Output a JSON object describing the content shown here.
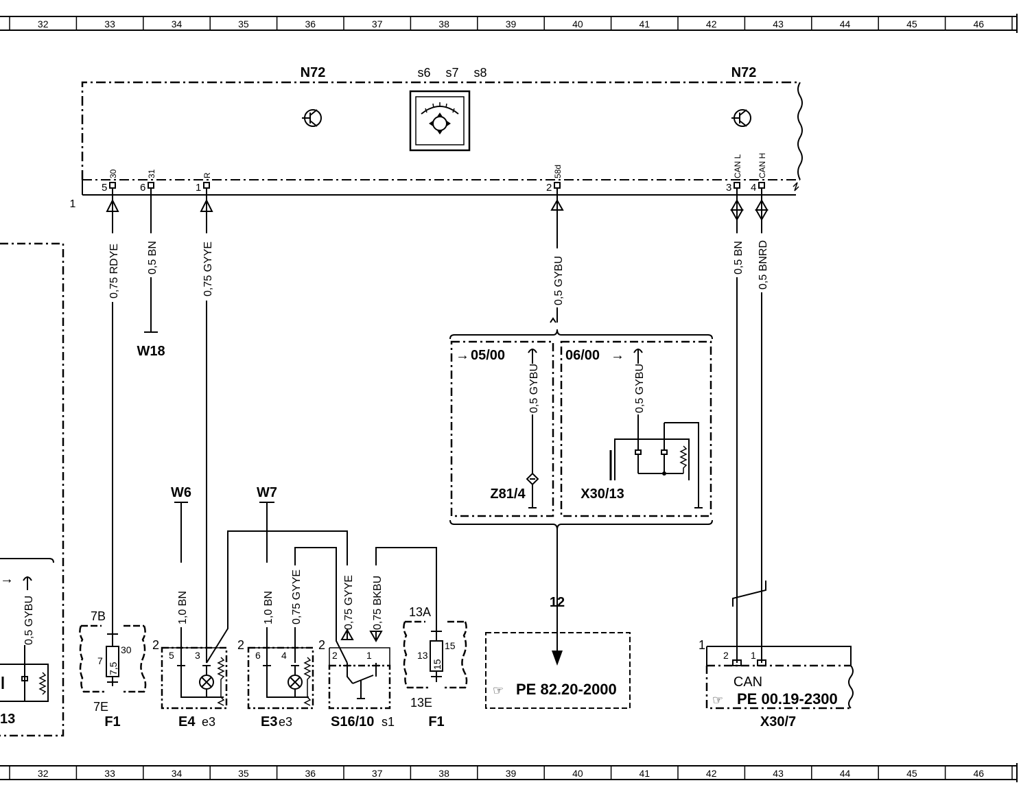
{
  "ruler": {
    "columns": [
      "32",
      "33",
      "34",
      "35",
      "36",
      "37",
      "38",
      "39",
      "40",
      "41",
      "42",
      "43",
      "44",
      "45",
      "46"
    ]
  },
  "components": {
    "n72_left": "N72",
    "n72_right": "N72",
    "switch_labels": [
      "s6",
      "s7",
      "s8"
    ],
    "w18": "W18",
    "w6": "W6",
    "w7": "W7",
    "f1_left": "F1",
    "f1_right": "F1",
    "e4": "E4",
    "e4_sub": "e3",
    "e3": "E3",
    "e3_sub": "e3",
    "s16": "S16/10",
    "s16_sub": "s1",
    "z81": "Z81/4",
    "x30_13": "X30/13",
    "x30_13_left": "13",
    "x30_7": "X30/7",
    "ref12": "12",
    "pe_ref1": "PE  82.20-2000",
    "pe_ref2": "PE  00.19-2300",
    "can": "CAN",
    "date_from": "05/00",
    "date_to": "06/00"
  },
  "pins": {
    "n72": [
      "30",
      "31",
      "R",
      "58d",
      "CAN L",
      "CAN H"
    ],
    "n72_numbers": [
      "5",
      "6",
      "1",
      "2",
      "3",
      "4"
    ],
    "connector_side": "1",
    "f1_left": [
      "7B",
      "7",
      "7,5",
      "30",
      "7E"
    ],
    "f1_right": [
      "13A",
      "13",
      "15",
      "15",
      "13E"
    ],
    "e4": [
      "2",
      "5",
      "3"
    ],
    "e3": [
      "2",
      "6",
      "4"
    ],
    "s16": [
      "2",
      "2",
      "1"
    ],
    "x30_7": [
      "1",
      "2",
      "1"
    ]
  },
  "wires": {
    "w1": "0,75  RDYE",
    "w2": "0,5  BN",
    "w3": "0,75  GYYE",
    "w4": "0,5  GYBU",
    "w5": "0,5  BN",
    "w6": "0,5  BNRD",
    "w7": "0,5  GYBU",
    "w8": "0,5  GYBU",
    "w9": "1,0  BN",
    "w10": "1,0  BN",
    "w11": "0,75  GYYE",
    "w12": "0,75  GYYE",
    "w13": "0,75  BKBU",
    "w14": "0,5  GYBU"
  }
}
